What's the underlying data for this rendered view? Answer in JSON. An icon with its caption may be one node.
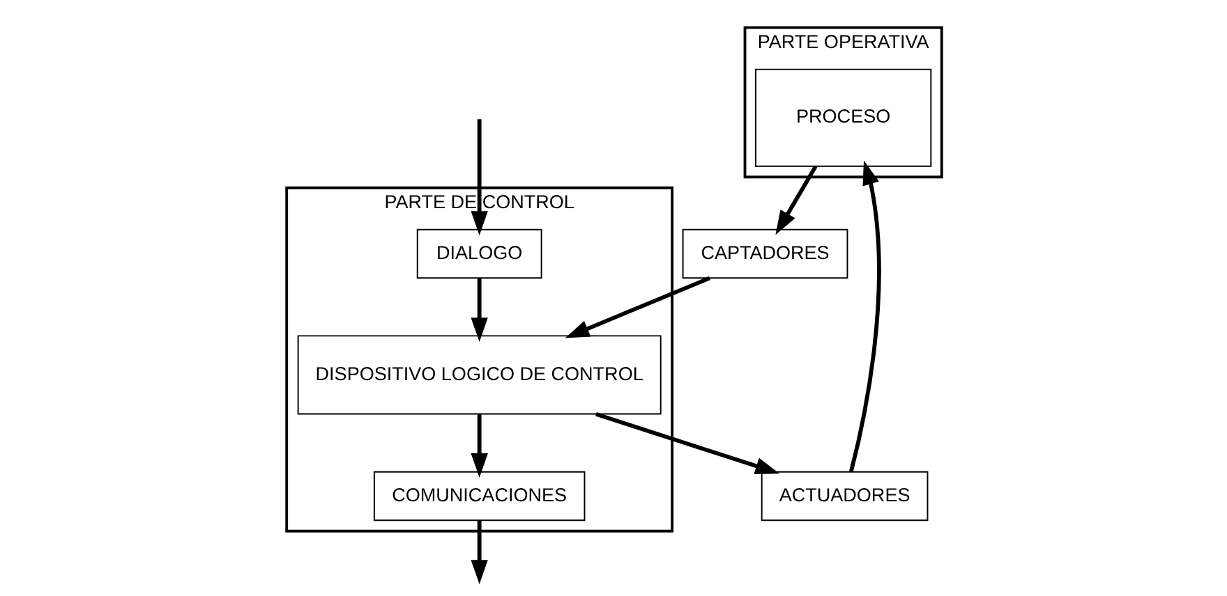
{
  "diagram": {
    "nodes": [
      {
        "text": [
          "PARTE OPERATIVA"
        ]
      },
      {
        "text": [
          "PARTE DE CONTROL"
        ]
      },
      {
        "text": [
          "ACTUADORES"
        ]
      },
      {
        "text": [
          "PROCESO"
        ],
        "in": 0
      },
      {
        "text": [
          "CAPTADORES"
        ]
      },
      {
        "text": [
          "DISPOSITIVO LOGICO DE CONTROL"
        ],
        "in": 1
      },
      {
        "text": [
          "COMUNICACIONES"
        ],
        "in": 1
      },
      {
        "text": [
          "DIALOGO"
        ],
        "in": 1
      }
    ],
    "edges": [
      {
        "from": 2,
        "to": 3,
        "arrow": "to"
      },
      {
        "from": 3,
        "to": 4,
        "arrow": "to"
      },
      {
        "from": 4,
        "to": 5,
        "arrow": "to"
      },
      {
        "from": 5,
        "to": 2,
        "arrow": "to"
      },
      {
        "from": 5,
        "to": 6,
        "arrow": "to"
      },
      {
        "from": 7,
        "to": 5,
        "arrow": "to"
      },
      {
        "from": 6,
        "to": null,
        "arrow": "to"
      },
      {
        "from": null,
        "to": 7,
        "arrow": "to"
      }
    ]
  }
}
